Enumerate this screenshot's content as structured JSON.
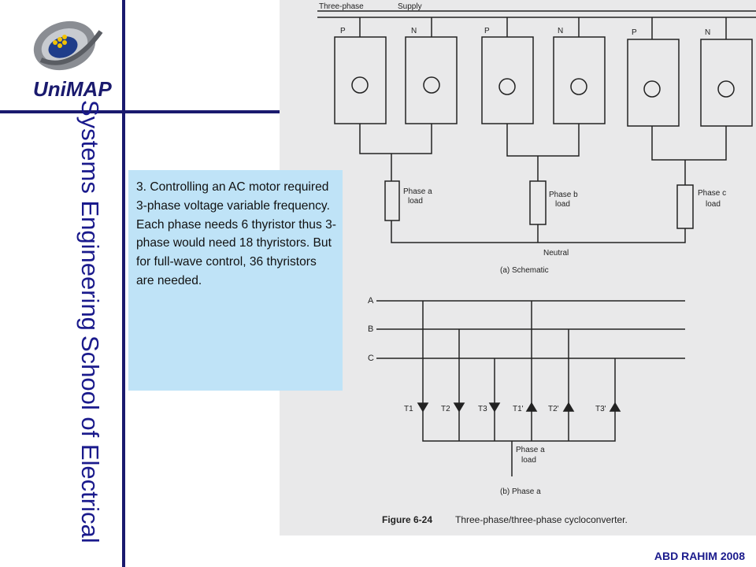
{
  "logo": {
    "brand_text": "UniMAP"
  },
  "sidebar": {
    "title_line1": "School of Electrical",
    "title_line2": "Systems Engineering"
  },
  "note": {
    "text": "3.  Controlling an AC motor required 3-phase voltage variable frequency. Each phase needs 6 thyristor thus 3-phase would need 18 thyristors. But for full-wave control, 36 thyristors are needed."
  },
  "figure": {
    "supply_label_left": "Three-phase",
    "supply_label_right": "Supply",
    "p_label": "P",
    "n_label": "N",
    "phase_a_load": [
      "Phase a",
      "load"
    ],
    "phase_b_load": [
      "Phase b",
      "load"
    ],
    "phase_c_load": [
      "Phase c",
      "load"
    ],
    "neutral_label": "Neutral",
    "schematic_caption": "(a) Schematic",
    "bus_a": "A",
    "bus_b": "B",
    "bus_c": "C",
    "thyristors": [
      "T1",
      "T2",
      "T3",
      "T1'",
      "T2'",
      "T3'"
    ],
    "phase_a_label": "(b) Phase a",
    "figure_number": "Figure 6-24",
    "figure_title": "Three-phase/three-phase cycloconverter."
  },
  "footer": {
    "author": "ABD RAHIM 2008"
  },
  "colors": {
    "accent": "#1a1a6e",
    "title": "#1a1a8c",
    "note_bg": "#bfe3f7",
    "figure_bg": "#e9e9ea"
  }
}
